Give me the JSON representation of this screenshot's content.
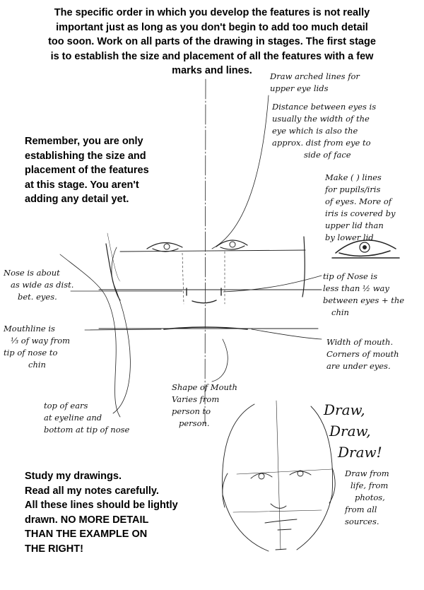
{
  "intro": {
    "lines": [
      "The specific order in which you develop the features is not really",
      "important just as long as you don't begin to add too much detail",
      "too soon. Work on all parts of the drawing in stages. The first stage",
      "is to establish the size and placement of all the features with a few",
      "marks and lines."
    ]
  },
  "remember": {
    "lines": [
      "Remember, you are only",
      "establishing the size and",
      "placement of the features",
      "at this stage. You aren't",
      "adding any detail yet."
    ]
  },
  "study": {
    "lines": [
      "Study my drawings.",
      "Read all my notes carefully.",
      "All these lines should be lightly",
      "drawn. NO MORE DETAIL",
      "THAN THE EXAMPLE ON",
      "THE RIGHT!"
    ]
  },
  "notes": {
    "eyelids": [
      "Draw arched lines for",
      "upper eye lids"
    ],
    "distance": [
      "Distance between eyes is",
      "usually the width of the",
      "eye which is also the",
      "approx. dist from eye to",
      "side of face"
    ],
    "pupils": [
      "Make ( ) lines",
      "for pupils/iris",
      "of eyes. More of",
      "iris is covered by",
      "upper lid than",
      "by lower lid"
    ],
    "nose_tip": [
      "tip of Nose is",
      "less than ½ way",
      "between eyes + the",
      "chin"
    ],
    "mouth_width": [
      "Width of mouth.",
      "Corners of mouth",
      "are under eyes."
    ],
    "nose_width": [
      "Nose is about",
      "as wide as dist.",
      "bet. eyes."
    ],
    "mouthline": [
      "Mouthline is",
      "⅓ of way from",
      "tip of nose to",
      "chin"
    ],
    "ears": [
      "top of ears",
      "at eyeline and",
      "bottom at tip of nose"
    ],
    "mouth_shape": [
      "Shape of Mouth",
      "Varies from",
      "person to",
      "person."
    ],
    "draw": [
      "Draw,",
      "Draw,",
      "Draw!"
    ],
    "draw_from": [
      "Draw from",
      "life, from",
      "photos,",
      "from all",
      "sources."
    ]
  }
}
